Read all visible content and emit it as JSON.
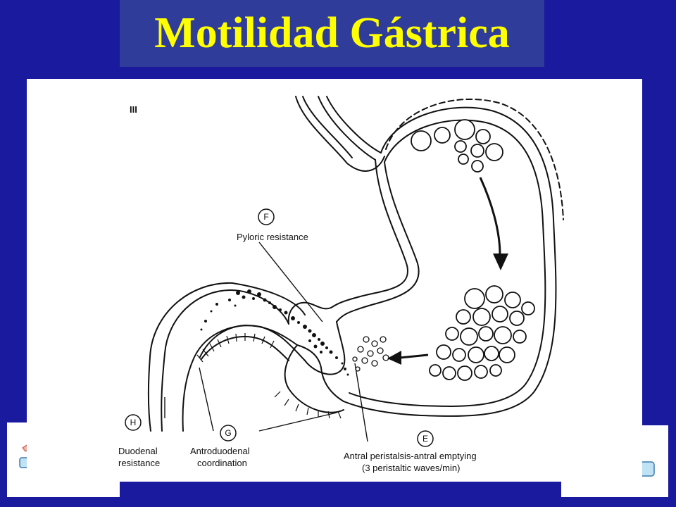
{
  "slide": {
    "title": "Motilidad Gástrica"
  },
  "diagram": {
    "panel_label": "III",
    "markers": {
      "e": "E",
      "f": "F",
      "g": "G",
      "h": "H"
    },
    "labels": {
      "pyloric_resistance": "Pyloric resistance",
      "duodenal_line1": "Duodenal",
      "duodenal_line2": "resistance",
      "antroduodenal_line1": "Antroduodenal",
      "antroduodenal_line2": "coordination",
      "antral_line1": "Antral peristalsis-antral emptying",
      "antral_line2": "(3 peristaltic waves/min)"
    }
  },
  "colors": {
    "background": "#1a1a9e",
    "title_box": "#2f3c9a",
    "title_text": "#ffff00",
    "panel": "#ffffff"
  }
}
